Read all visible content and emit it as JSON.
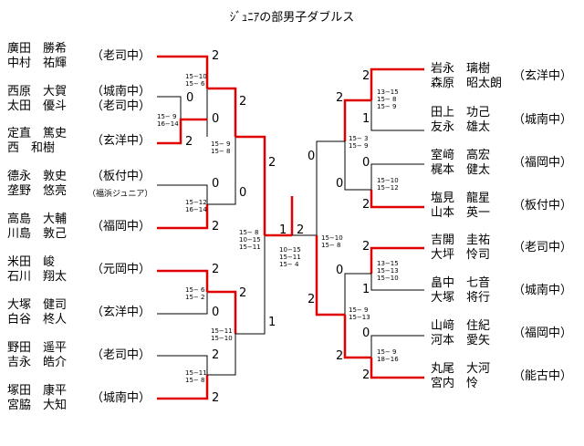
{
  "title": "ｼﾞｭﾆｱの部男子ダブルス",
  "colors": {
    "win": "#e00000",
    "loss": "#000000"
  },
  "left_pairs": [
    {
      "p1": "廣田　勝希",
      "p2": "中村　祐輝",
      "club": "（老司中）"
    },
    {
      "p1": "西原　大賀",
      "p2": "太田　優斗",
      "club": "（城南中）\n（老司中）"
    },
    {
      "p1": "定直　篤史",
      "p2": "西　和樹",
      "club": "（玄洋中）"
    },
    {
      "p1": "德永　敦史",
      "p2": "垄野　悠亮",
      "club": "（板付中）",
      "club2": "（福浜ジュニア）"
    },
    {
      "p1": "高島　大輔",
      "p2": "川島　敦己",
      "club": "（福岡中）"
    },
    {
      "p1": "米田　峻",
      "p2": "石川　翔太",
      "club": "（元岡中）"
    },
    {
      "p1": "大塚　健司",
      "p2": "白谷　柊人",
      "club": "（玄洋中）"
    },
    {
      "p1": "野田　遥平",
      "p2": "吉永　皓介",
      "club": "（老司中）"
    },
    {
      "p1": "塚田　康平",
      "p2": "宮脇　大知",
      "club": "（城南中）"
    }
  ],
  "right_pairs": [
    {
      "p1": "岩永　璃樹",
      "p2": "森原　昭太朗",
      "club": "（玄洋中）"
    },
    {
      "p1": "田上　功己",
      "p2": "友永　雄太",
      "club": "（城南中）"
    },
    {
      "p1": "室﨑　高宏",
      "p2": "梶本　健太",
      "club": "（福岡中）"
    },
    {
      "p1": "塩見　龍星",
      "p2": "山本　英一",
      "club": "（板付中）"
    },
    {
      "p1": "吉開　圭祐",
      "p2": "大坪　怜司",
      "club": "（老司中）"
    },
    {
      "p1": "畠中　七音",
      "p2": "大塚　将行",
      "club": "（城南中）"
    },
    {
      "p1": "山﨑　住紀",
      "p2": "河本　愛矢",
      "club": "（福岡中）"
    },
    {
      "p1": "丸尾　大河",
      "p2": "宮内　怜",
      "club": "（能古中）"
    }
  ],
  "scores": {
    "l1": "15−10\n15− 6",
    "l_pre": "15− 9\n16−14",
    "l2": "15− 9\n15− 8",
    "l3": "15−12\n16−14",
    "l4": "15− 6\n15− 2",
    "l5": "15−11\n15−10",
    "l6": "15−11\n15− 8",
    "lq": "15− 8\n10−15\n15−11",
    "final": "10−15\n15−11\n15− 4",
    "r1": "13−15\n15− 8\n15− 9",
    "r2": "15−10\n15−12",
    "r3": "13−15\n15−13\n15−10",
    "r4": "15− 9\n18−16",
    "rq1": "15− 3\n15− 9",
    "rq2": "15− 9\n15−13",
    "rs": "15−10\n15− 8"
  },
  "marks": {
    "a": "2",
    "b": "0",
    "c": "0",
    "d": "2",
    "e": "0",
    "f": "2",
    "g": "2",
    "h": "0",
    "i": "2",
    "j": "0",
    "k": "2",
    "l": "0",
    "m": "2",
    "n": "1",
    "o": "2",
    "p": "2",
    "q": "0",
    "r": "2",
    "s": "1",
    "t": "2",
    "u": "2",
    "v": "1",
    "w": "0",
    "x": "2",
    "y": "2",
    "z": "1",
    "aa": "0",
    "ab": "2",
    "ac": "2",
    "ad": "0",
    "ae": "2"
  }
}
